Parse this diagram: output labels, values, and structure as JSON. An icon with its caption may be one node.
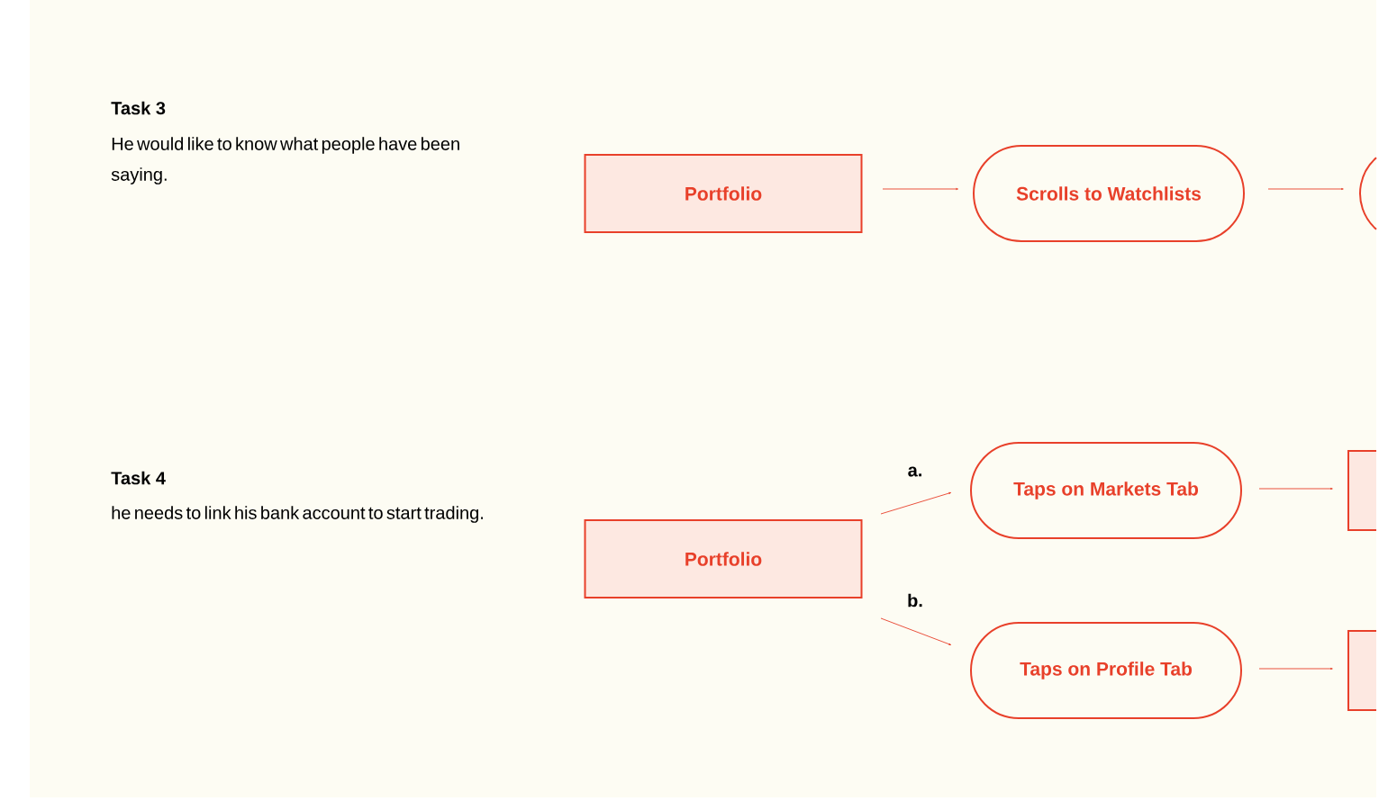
{
  "diagram": {
    "nodes": [
      {
        "text": [
          "Portfolio"
        ]
      },
      {
        "text": [
          "Scrolls to Watchlists"
        ]
      },
      {
        "text": [],
        "shape": "circle"
      },
      {
        "text": [
          "Portfolio"
        ]
      },
      {
        "text": [
          "Taps on Markets Tab"
        ]
      },
      {
        "text": [
          "Taps on Profile Tab"
        ]
      },
      {
        "text": [],
        "shape": "box"
      },
      {
        "text": [],
        "shape": "box"
      }
    ],
    "edges": [
      {
        "from": 0,
        "to": 1,
        "arrow": "to"
      },
      {
        "from": 1,
        "to": 2,
        "arrow": "to"
      },
      {
        "from": 3,
        "to": 4,
        "arrow": "to",
        "label": "a."
      },
      {
        "from": 3,
        "to": 5,
        "arrow": "to",
        "label": "b."
      },
      {
        "from": 4,
        "to": 6,
        "arrow": "to"
      },
      {
        "from": 5,
        "to": 7,
        "arrow": "to"
      }
    ],
    "labels": [
      "Task 3",
      "He would like to know what people have been saying.",
      "Task 4",
      "he needs to link his bank account to start trading."
    ]
  }
}
